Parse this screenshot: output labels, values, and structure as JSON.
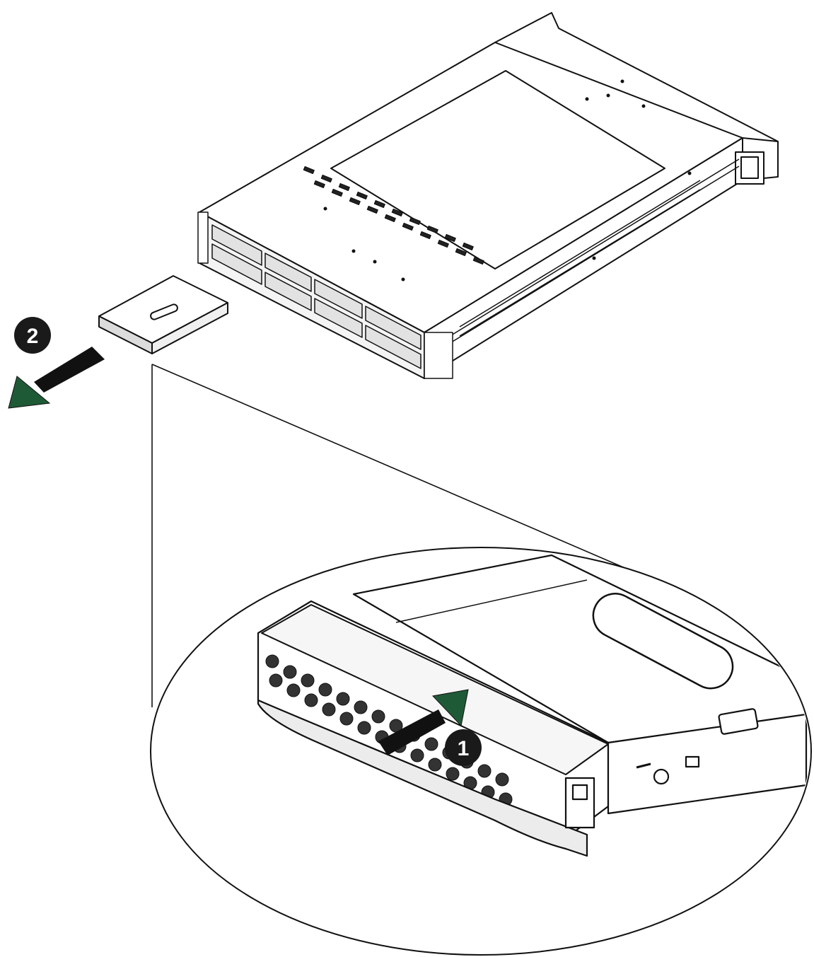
{
  "diagram": {
    "steps": [
      {
        "number": "1",
        "action": "press-release-button"
      },
      {
        "number": "2",
        "action": "pull-drive-carrier-out"
      }
    ],
    "colors": {
      "line": "#111111",
      "arrow_body": "#111111",
      "arrow_head": "#1f5a36",
      "step_badge": "#1a1a1a",
      "background": "#ffffff"
    }
  }
}
